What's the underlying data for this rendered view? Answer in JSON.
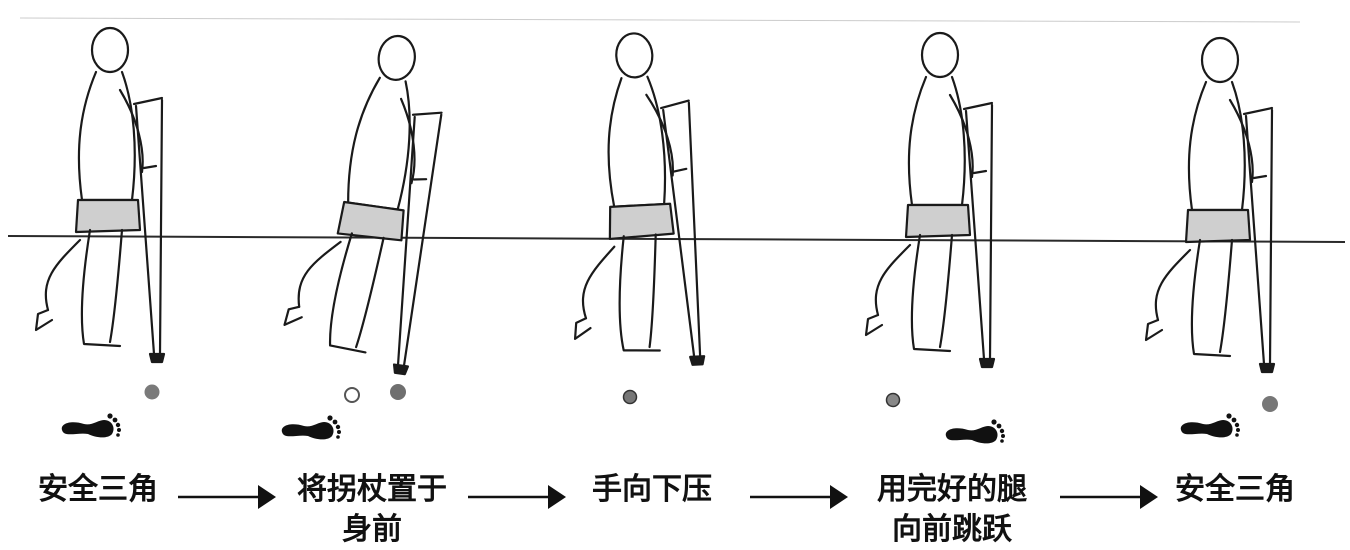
{
  "steps": [
    {
      "label_line1": "安全三角",
      "label_line2": ""
    },
    {
      "label_line1": "将拐杖置于",
      "label_line2": "身前"
    },
    {
      "label_line1": "手向下压",
      "label_line2": ""
    },
    {
      "label_line1": "用完好的腿",
      "label_line2": "向前跳跃"
    },
    {
      "label_line1": "安全三角",
      "label_line2": ""
    }
  ],
  "colors": {
    "ink": "#1a1a1a",
    "crutch_dot": "#7a7a7a",
    "footprint": "#111111",
    "arrow": "#111111",
    "background": "#ffffff"
  },
  "icons": [
    "figure-with-crutch-icon",
    "crutch-dot-icon",
    "footprint-icon",
    "arrow-right-icon"
  ]
}
